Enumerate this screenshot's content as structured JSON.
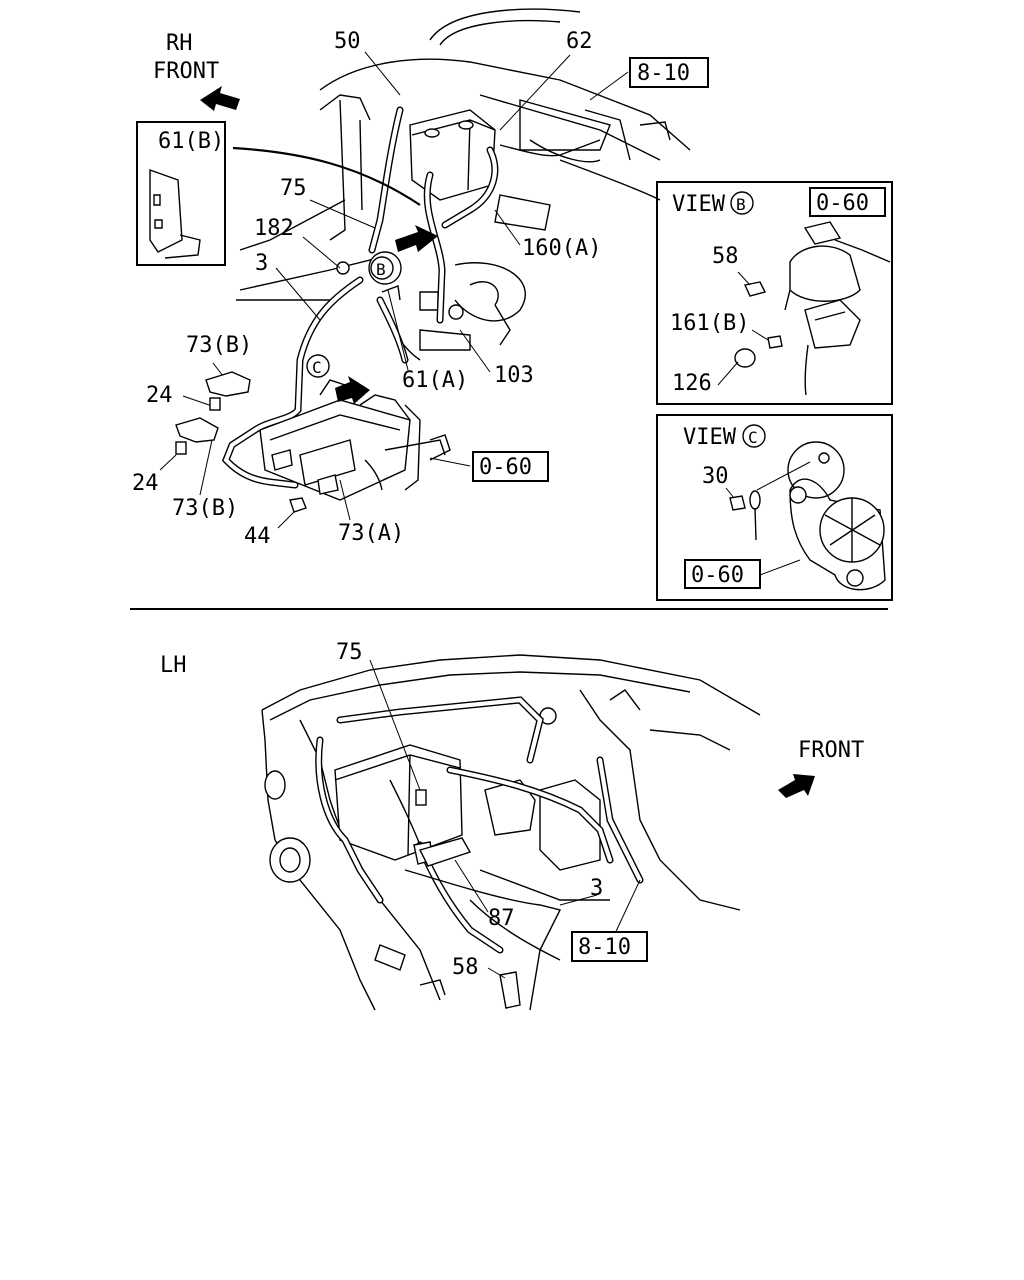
{
  "upper_section": {
    "side_label": [
      "RH",
      "FRONT"
    ],
    "callouts": {
      "c50": "50",
      "c62": "62",
      "ref_8_10": "8-10",
      "c61b": "61(B)",
      "c75": "75",
      "c182": "182",
      "c3": "3",
      "c160a": "160(A)",
      "view_b_marker": "B",
      "view_c_marker": "C",
      "c73b_top": "73(B)",
      "c24_top": "24",
      "c61a": "61(A)",
      "c103": "103",
      "ref_0_60": "0-60",
      "c24_bottom": "24",
      "c73b_bottom": "73(B)",
      "c44": "44",
      "c73a": "73(A)"
    }
  },
  "view_b": {
    "title": "VIEW",
    "marker": "B",
    "ref": "0-60",
    "callouts": {
      "c58": "58",
      "c161b": "161(B)",
      "c126": "126"
    }
  },
  "view_c": {
    "title": "VIEW",
    "marker": "C",
    "ref": "0-60",
    "callouts": {
      "c30": "30"
    }
  },
  "lower_section": {
    "side_label": "LH",
    "front_label": "FRONT",
    "callouts": {
      "c75": "75",
      "c87": "87",
      "c3": "3",
      "ref_8_10": "8-10",
      "c58": "58"
    }
  }
}
